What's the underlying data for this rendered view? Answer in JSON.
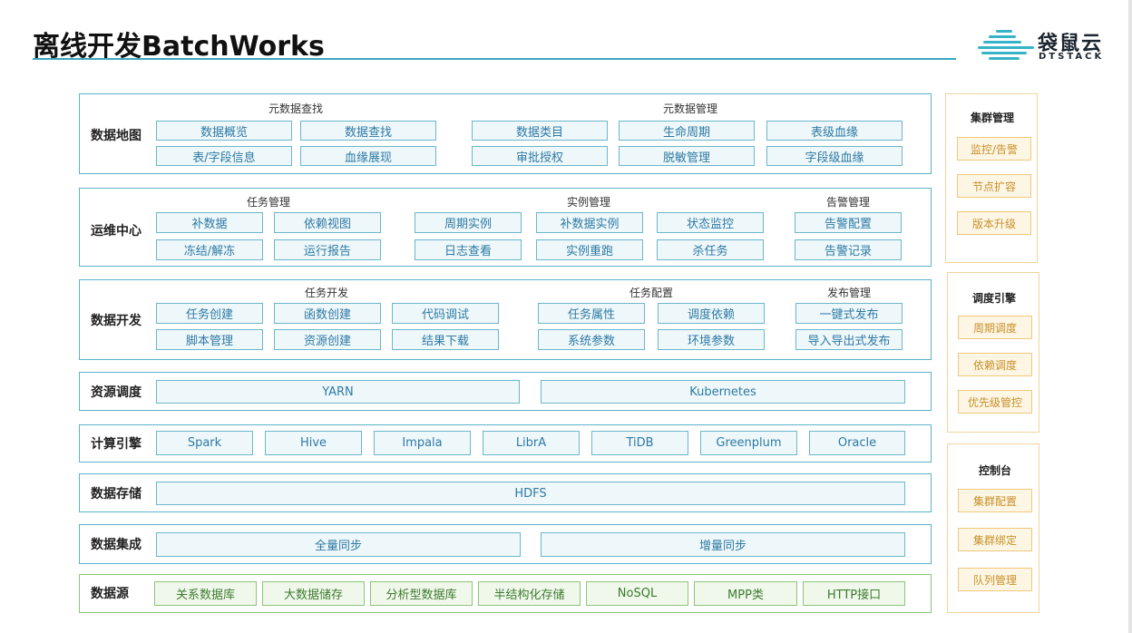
{
  "header": {
    "title": "离线开发BatchWorks",
    "logo_cn": "袋鼠云",
    "logo_en": "DTSTACK"
  },
  "colors": {
    "accent_blue": "#5ab2c9",
    "accent_green": "#8cc57a",
    "accent_orange": "#f0c87a"
  },
  "layers": [
    {
      "label": "数据地图",
      "groups": [
        {
          "title": "元数据查找",
          "items": [
            "数据概览",
            "数据查找",
            "表/字段信息",
            "血缘展现"
          ]
        },
        {
          "title": "元数据管理",
          "items": [
            "数据类目",
            "生命周期",
            "表级血缘",
            "审批授权",
            "脱敏管理",
            "字段级血缘"
          ]
        }
      ]
    },
    {
      "label": "运维中心",
      "groups": [
        {
          "title": "任务管理",
          "items": [
            "补数据",
            "依赖视图",
            "冻结/解冻",
            "运行报告"
          ]
        },
        {
          "title": "实例管理",
          "items": [
            "周期实例",
            "补数据实例",
            "状态监控",
            "日志查看",
            "实例重跑",
            "杀任务"
          ]
        },
        {
          "title": "告警管理",
          "items": [
            "告警配置",
            "告警记录"
          ]
        }
      ]
    },
    {
      "label": "数据开发",
      "groups": [
        {
          "title": "任务开发",
          "items": [
            "任务创建",
            "函数创建",
            "代码调试",
            "脚本管理",
            "资源创建",
            "结果下载"
          ]
        },
        {
          "title": "任务配置",
          "items": [
            "任务属性",
            "调度依赖",
            "系统参数",
            "环境参数"
          ]
        },
        {
          "title": "发布管理",
          "items": [
            "一键式发布",
            "导入导出式发布"
          ]
        }
      ]
    },
    {
      "label": "资源调度",
      "items": [
        "YARN",
        "Kubernetes"
      ]
    },
    {
      "label": "计算引擎",
      "items": [
        "Spark",
        "Hive",
        "Impala",
        "LibrA",
        "TiDB",
        "Greenplum",
        "Oracle"
      ]
    },
    {
      "label": "数据存储",
      "items": [
        "HDFS"
      ]
    },
    {
      "label": "数据集成",
      "items": [
        "全量同步",
        "增量同步"
      ]
    },
    {
      "label": "数据源",
      "items": [
        "关系数据库",
        "大数据储存",
        "分析型数据库",
        "半结构化存储",
        "NoSQL",
        "MPP类",
        "HTTP接口"
      ]
    }
  ],
  "side_panels": [
    {
      "title": "集群管理",
      "items": [
        "监控/告警",
        "节点扩容",
        "版本升级"
      ]
    },
    {
      "title": "调度引擎",
      "items": [
        "周期调度",
        "依赖调度",
        "优先级管控"
      ]
    },
    {
      "title": "控制台",
      "items": [
        "集群配置",
        "集群绑定",
        "队列管理"
      ]
    }
  ]
}
